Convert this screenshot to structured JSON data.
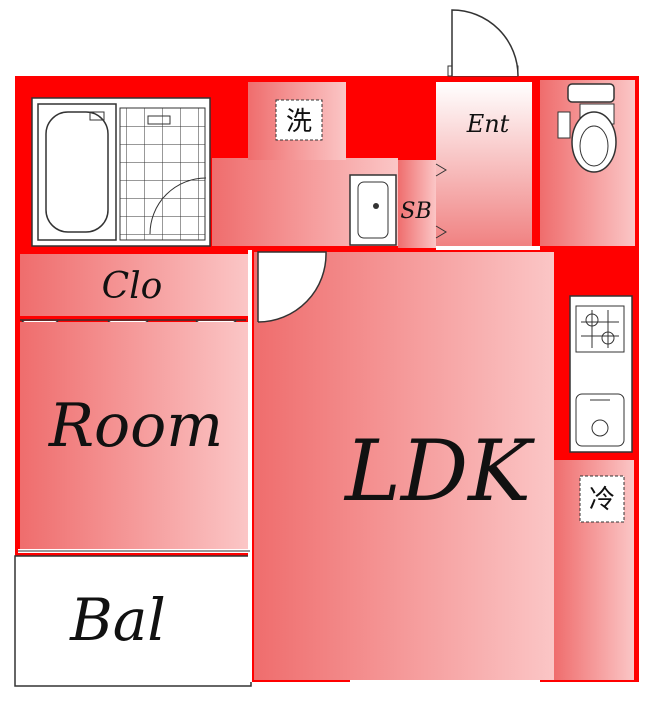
{
  "rooms": {
    "ldk": "LDK",
    "room": "Room",
    "closet": "Clo",
    "balcony": "Bal",
    "entrance": "Ent",
    "shoe_box": "SB"
  },
  "fixtures": {
    "washer": "洗",
    "fridge": "冷"
  },
  "colors": {
    "wall": "#ff0000",
    "room_fill_dark": "#f07070",
    "room_fill_light": "#fbc3c3",
    "outline": "#111111"
  }
}
